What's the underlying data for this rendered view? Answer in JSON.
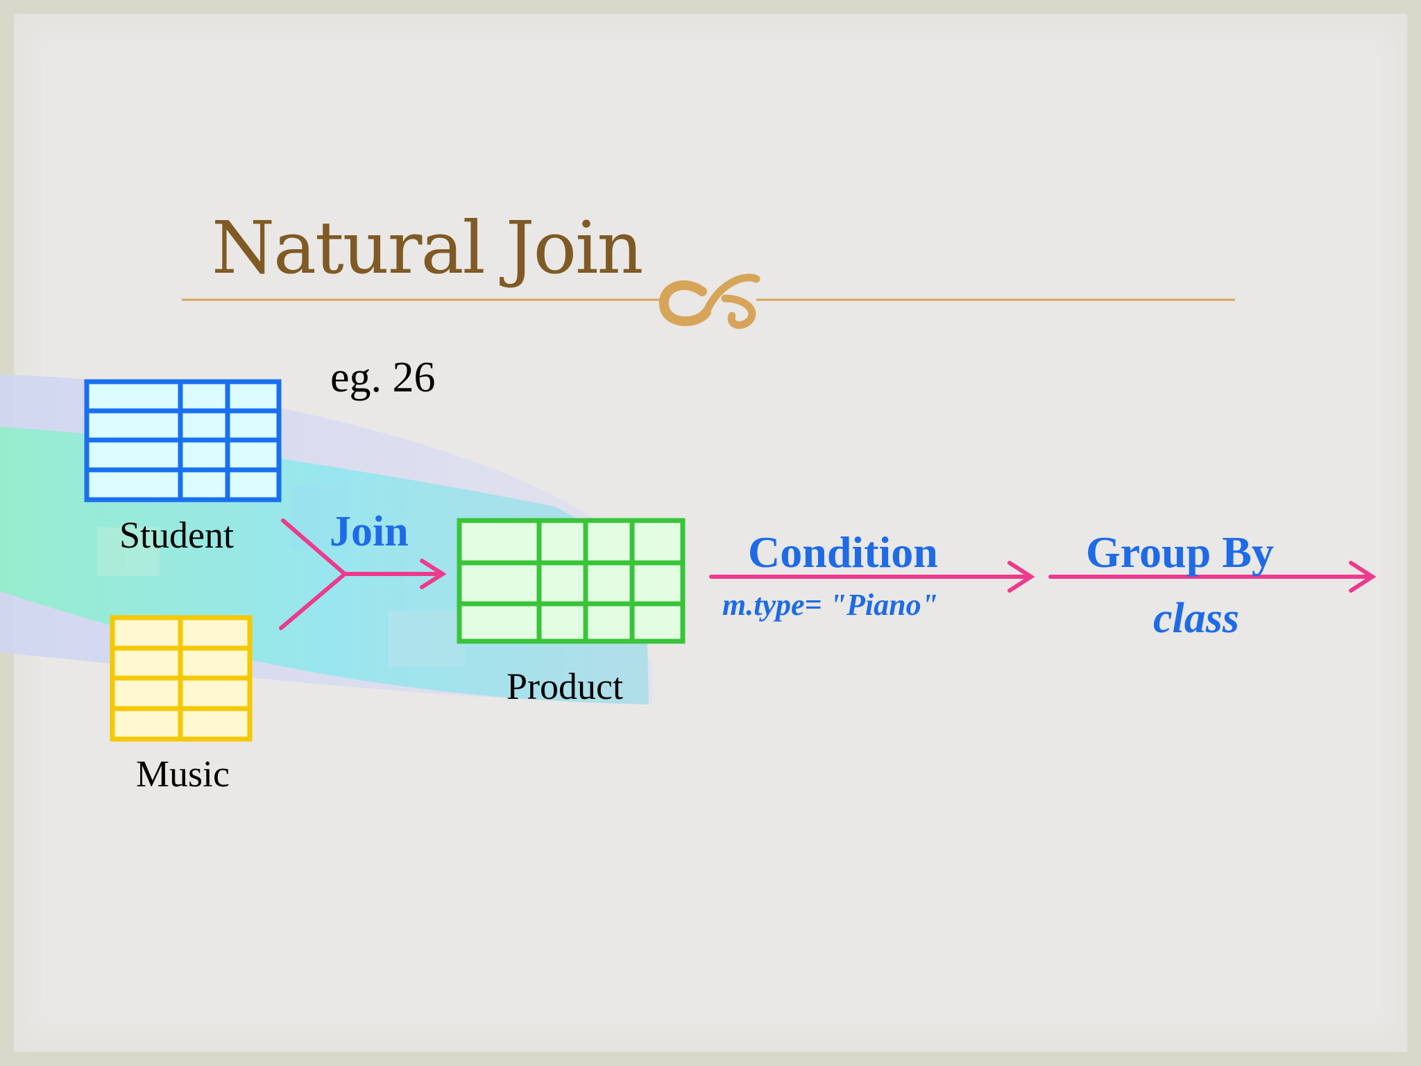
{
  "slide": {
    "title": "Natural Join",
    "example": "eg. 26"
  },
  "tables": {
    "student": "Student",
    "music": "Music",
    "product": "Product"
  },
  "operations": {
    "join": "Join",
    "condition": "Condition",
    "condition_expr": "m.type= \"Piano\"",
    "group_by": "Group By",
    "group_by_field": "class"
  },
  "colors": {
    "title": "#7f5a24",
    "rule": "#d7a55a",
    "operation_text": "#1f6be6",
    "arrow": "#ee3a8c",
    "student_table": "#1a6ff0",
    "music_table": "#f5c800",
    "product_table": "#39c43a"
  },
  "icons": {
    "title_ornament": "fleuron-icon"
  }
}
